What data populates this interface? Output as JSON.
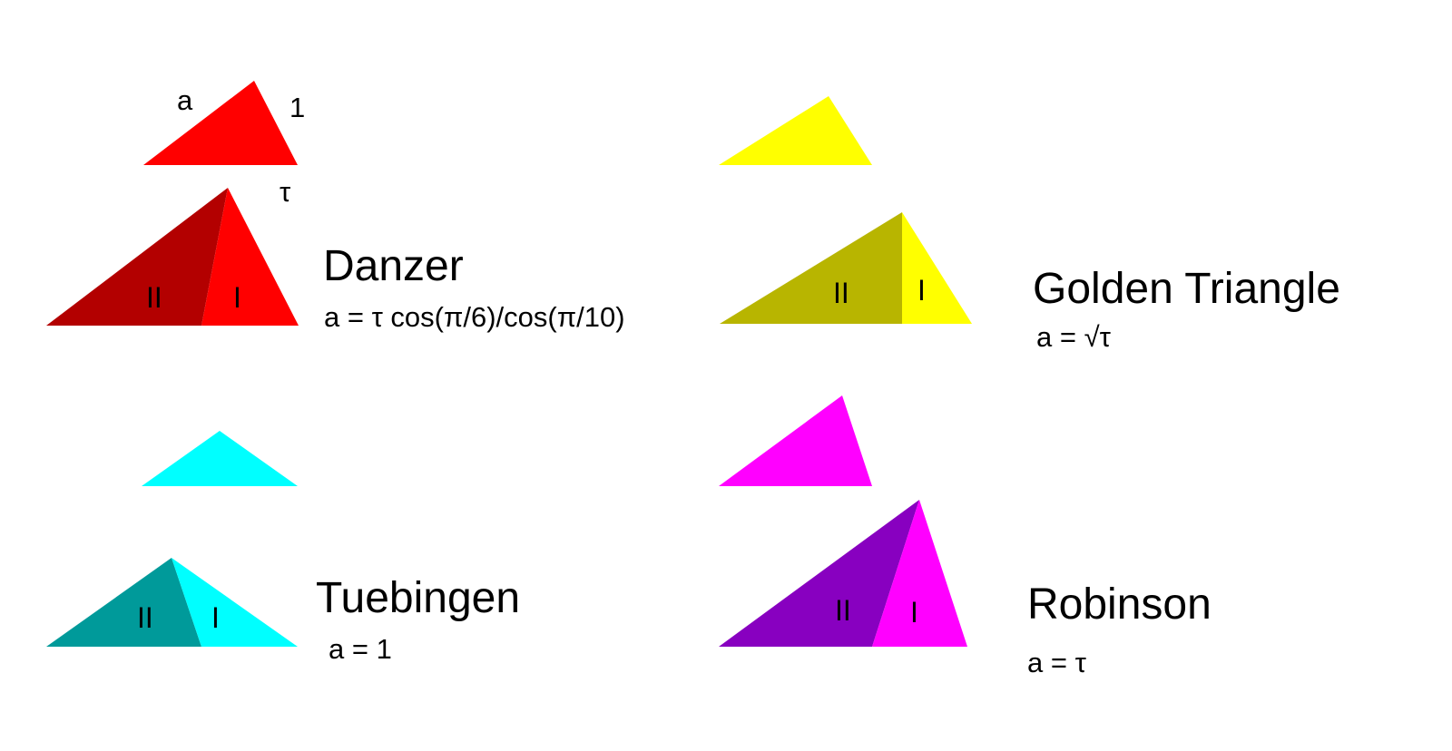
{
  "edge_labels": {
    "a": "a",
    "one": "1",
    "tau": "τ"
  },
  "part_labels": {
    "one": "I",
    "two": "II"
  },
  "tilings": {
    "danzer": {
      "name": "Danzer",
      "formula": "a = τ cos(π/6)/cos(π/10)",
      "color_light": "#ff0000",
      "color_dark": "#b30000"
    },
    "golden": {
      "name": "Golden Triangle",
      "formula": "a = √τ",
      "color_light": "#ffff00",
      "color_dark": "#b8b500"
    },
    "tuebingen": {
      "name": "Tuebingen",
      "formula": "a = 1",
      "color_light": "#00ffff",
      "color_dark": "#009a9a"
    },
    "robinson": {
      "name": "Robinson",
      "formula": "a = τ",
      "color_light": "#ff00ff",
      "color_dark": "#8800c0"
    }
  }
}
